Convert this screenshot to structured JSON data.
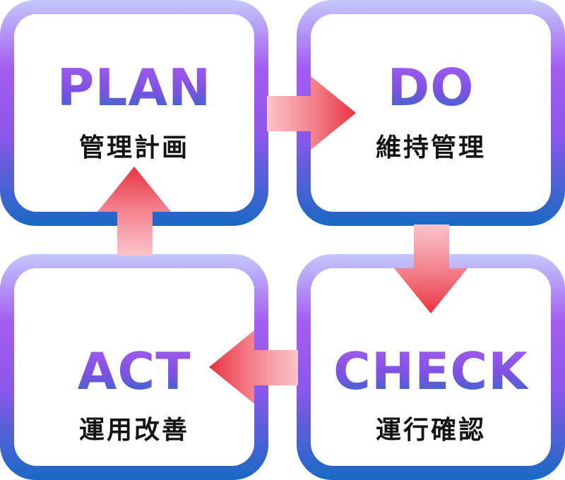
{
  "steps": {
    "plan": {
      "en": "PLAN",
      "ja": "管理計画"
    },
    "do": {
      "en": "DO",
      "ja": "維持管理"
    },
    "check": {
      "en": "CHECK",
      "ja": "運行確認"
    },
    "act": {
      "en": "ACT",
      "ja": "運用改善"
    }
  },
  "colors": {
    "border_top": "#c4c8fb",
    "border_mid": "#a35df0",
    "border_bottom": "#1869c4",
    "title_purple": "#8f55e6",
    "title_blue": "#1f6fc7",
    "arrow_red": "#e8323f",
    "arrow_pink": "#f7b0b8",
    "label_text": "#141414"
  }
}
